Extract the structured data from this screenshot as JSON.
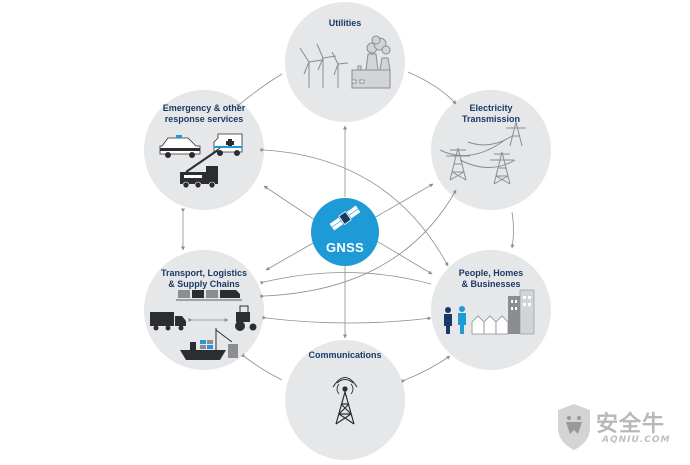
{
  "center": {
    "label": "GNSS",
    "color": "#1e9ad6"
  },
  "nodes": {
    "utilities": {
      "title": [
        "Utilities"
      ]
    },
    "electricity": {
      "title": [
        "Electricity",
        "Transmission"
      ]
    },
    "people": {
      "title": [
        "People, Homes",
        "& Businesses"
      ]
    },
    "communications": {
      "title": [
        "Communications"
      ]
    },
    "transport": {
      "title": [
        "Transport, Logistics",
        "& Supply Chains"
      ]
    },
    "emergency": {
      "title": [
        "Emergency & other",
        "response services"
      ]
    }
  },
  "colors": {
    "circle_fill": "#e6e7e9",
    "title_text": "#1a3a66",
    "connector": "#8c8f93",
    "icon_dark": "#2b2d30",
    "icon_mid": "#8a8d91",
    "accent_blue": "#1e9ad6"
  },
  "watermark": {
    "text_cn": "安全牛",
    "text_en": "AQNIU.COM"
  }
}
